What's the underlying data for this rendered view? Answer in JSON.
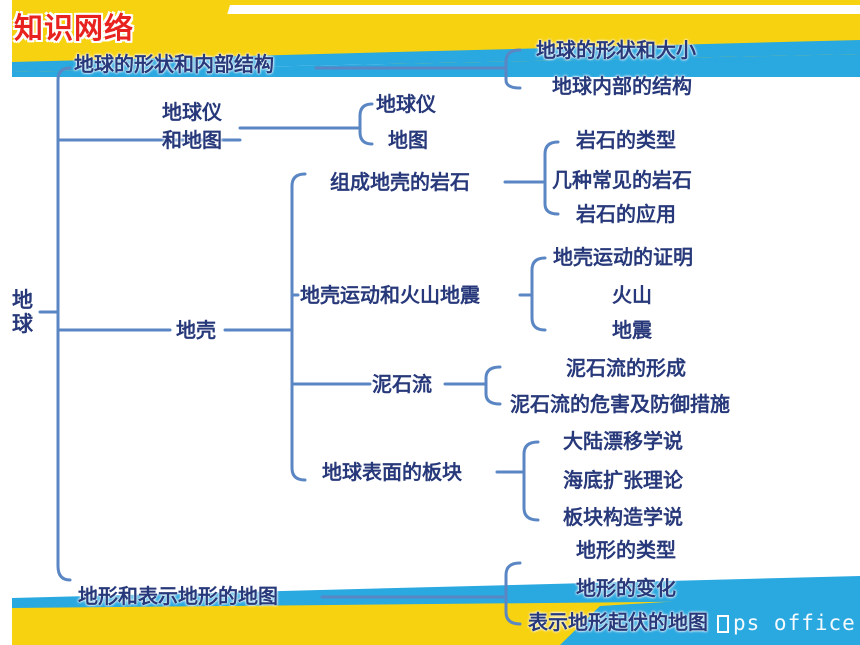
{
  "header": {
    "title": "知识网络"
  },
  "watermark": {
    "text": "ps office"
  },
  "colors": {
    "text": "#27397a",
    "line": "#5b86c4",
    "title": "#e8231f",
    "yellow": "#f7d210",
    "cyan": "#2aa8e0"
  },
  "tree": {
    "root": "地球",
    "b1": {
      "label": "地球的形状和内部结构",
      "items": [
        "地球的形状和大小",
        "地球内部的结构"
      ]
    },
    "b2": {
      "label_line1": "地球仪",
      "label_line2": "和地图",
      "items": [
        "地球仪",
        "地图"
      ]
    },
    "b3": {
      "label": "地壳",
      "s1": {
        "label": "组成地壳的岩石",
        "items": [
          "岩石的类型",
          "几种常见的岩石",
          "岩石的应用"
        ]
      },
      "s2": {
        "label": "地壳运动和火山地震",
        "items": [
          "地壳运动的证明",
          "火山",
          "地震"
        ]
      },
      "s3": {
        "label": "泥石流",
        "items": [
          "泥石流的形成",
          "泥石流的危害及防御措施"
        ]
      },
      "s4": {
        "label": "地球表面的板块",
        "items": [
          "大陆漂移学说",
          "海底扩张理论",
          "板块构造学说"
        ]
      }
    },
    "b4": {
      "label": "地形和表示地形的地图",
      "items": [
        "地形的类型",
        "地形的变化",
        "表示地形起伏的地图"
      ]
    }
  }
}
